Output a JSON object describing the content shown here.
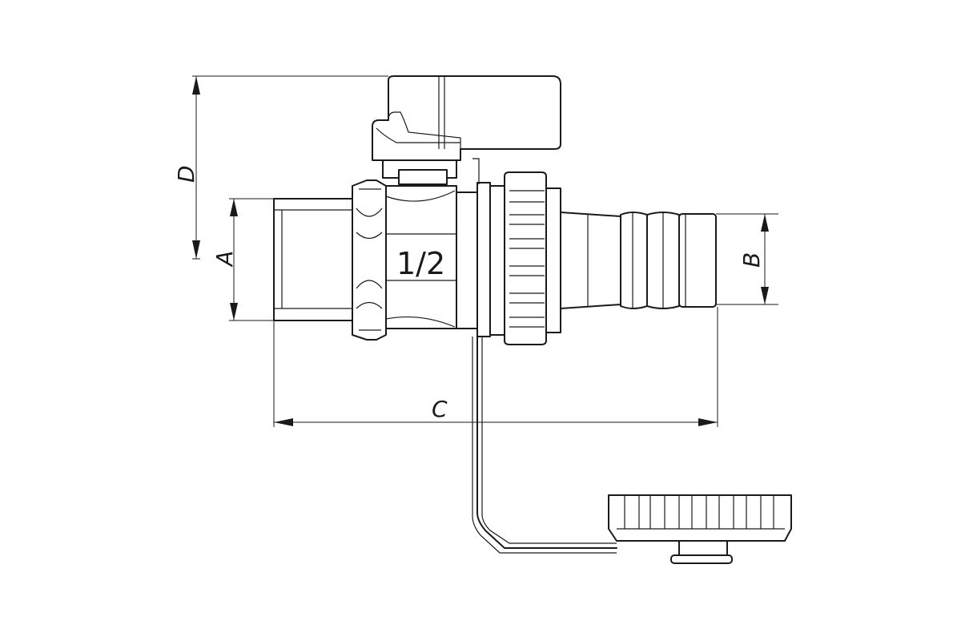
{
  "drawing": {
    "size_marking": "1/2",
    "dimensions": {
      "A": "A",
      "B": "B",
      "C": "C",
      "D": "D"
    }
  }
}
